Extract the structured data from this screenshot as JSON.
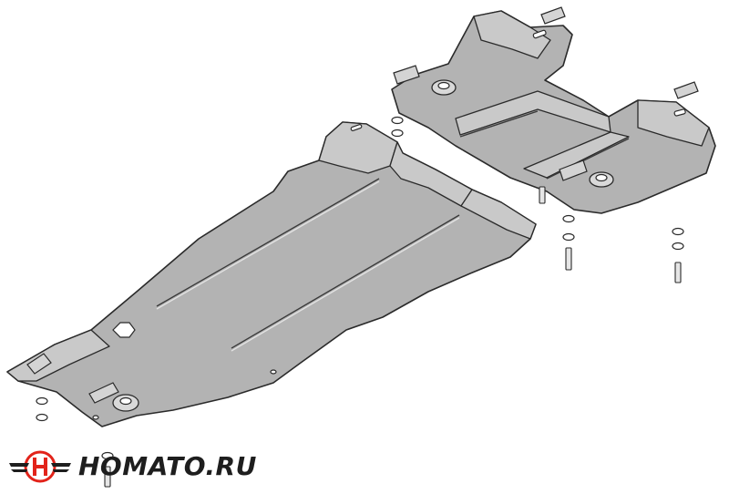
{
  "brand": {
    "name": "HOMATO.RU",
    "logo_icon": "winged-h-emblem-icon",
    "colors": {
      "accent": "#e2231a",
      "dark": "#1e1e1e",
      "plate": "#b3b3b3"
    }
  },
  "illustration": {
    "subject": "engine-and-transmission-skid-plate-exploded-view",
    "parts": [
      "front-skid-plate",
      "rear-skid-plate",
      "mounting-brackets",
      "bolts",
      "washers"
    ]
  }
}
